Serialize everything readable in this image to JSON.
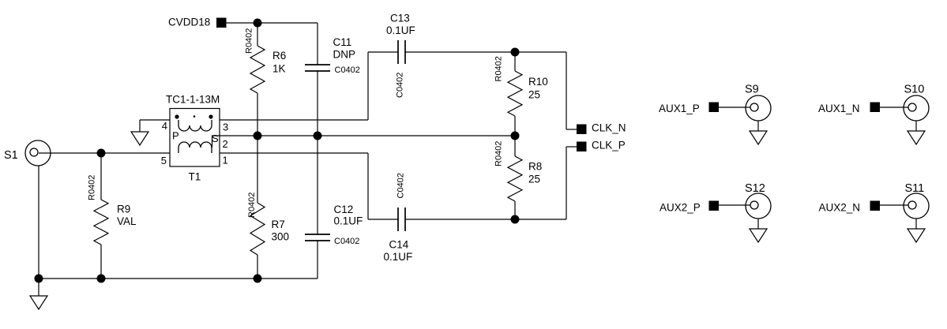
{
  "schematic": {
    "power_label": "CVDD18",
    "nets": {
      "clk_n": "CLK_N",
      "clk_p": "CLK_P",
      "aux1_p": "AUX1_P",
      "aux1_n": "AUX1_N",
      "aux2_p": "AUX2_P",
      "aux2_n": "AUX2_N"
    },
    "transformer": {
      "ref": "T1",
      "part": "TC1-1-13M",
      "p_label": "P",
      "s_label": "S",
      "pin4": "4",
      "pin5": "5",
      "pin3": "3",
      "pin2": "2",
      "pin1": "1"
    },
    "resistors": {
      "r6": {
        "ref": "R6",
        "value": "1K",
        "footprint": "R0402"
      },
      "r7": {
        "ref": "R7",
        "value": "300",
        "footprint": "R0402"
      },
      "r9": {
        "ref": "R9",
        "value": "VAL",
        "footprint": "R0402"
      },
      "r10": {
        "ref": "R10",
        "value": "25",
        "footprint": "R0402"
      },
      "r8": {
        "ref": "R8",
        "value": "25",
        "footprint": "R0402"
      }
    },
    "capacitors": {
      "c11": {
        "ref": "C11",
        "value": "DNP",
        "footprint": "C0402"
      },
      "c12": {
        "ref": "C12",
        "value": "0.1UF",
        "footprint": "C0402"
      },
      "c13": {
        "ref": "C13",
        "value": "0.1UF",
        "footprint": "C0402"
      },
      "c14": {
        "ref": "C14",
        "value": "0.1UF",
        "footprint": "C0402"
      }
    },
    "connectors": {
      "s1": "S1",
      "s9": "S9",
      "s10": "S10",
      "s11": "S11",
      "s12": "S12"
    },
    "colors": {
      "wire": "#000000",
      "text": "#000000",
      "background": "#ffffff"
    }
  }
}
